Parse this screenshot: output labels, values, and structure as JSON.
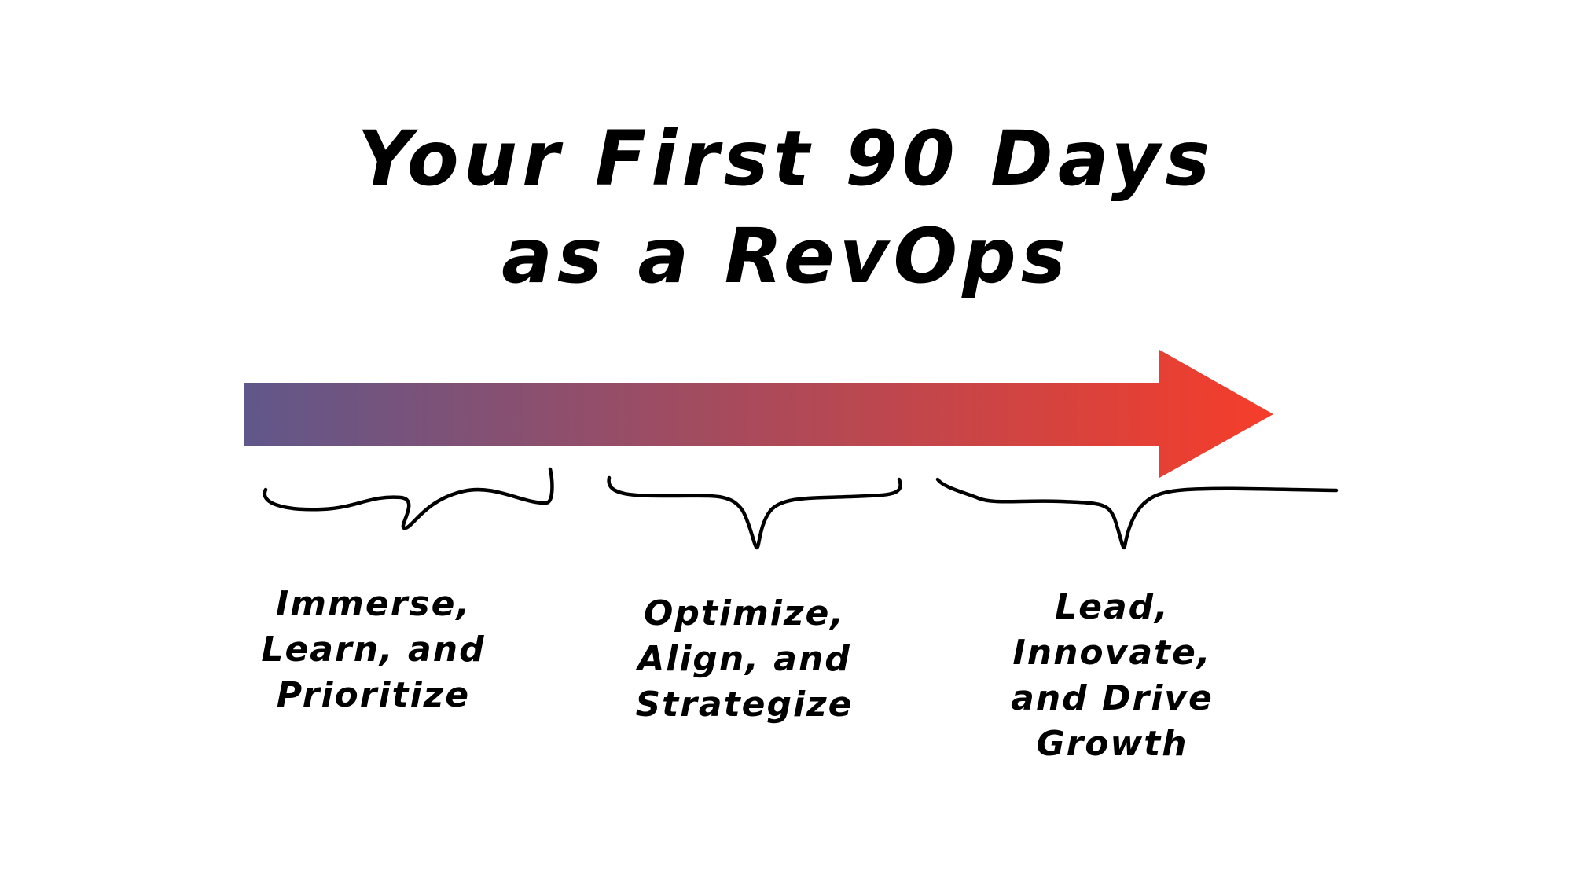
{
  "title": {
    "line1": "Your First 90 Days",
    "line2": "as a RevOps"
  },
  "arrow": {
    "start_color": "#60578a",
    "end_color": "#f63d2a"
  },
  "phases": [
    {
      "lines": [
        "Immerse,",
        "Learn, and",
        "Prioritize"
      ]
    },
    {
      "lines": [
        "Optimize,",
        "Align, and",
        "Strategize"
      ]
    },
    {
      "lines": [
        "Lead,",
        "Innovate,",
        "and Drive",
        "Growth"
      ]
    }
  ]
}
